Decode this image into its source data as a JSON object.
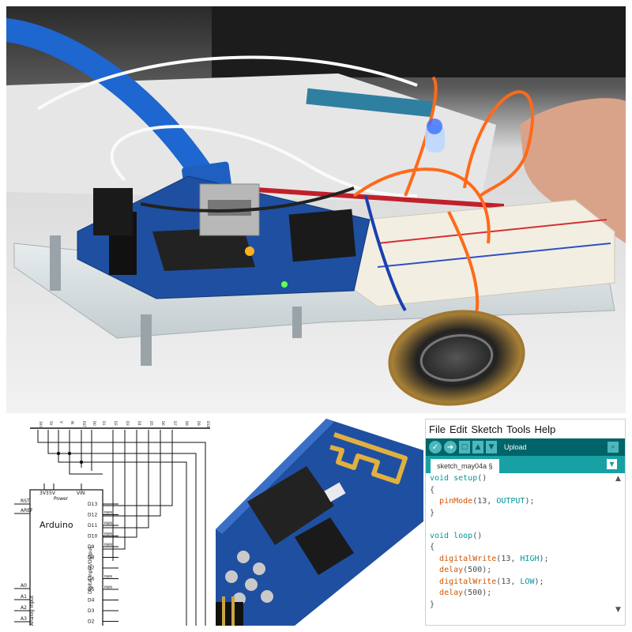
{
  "schematic": {
    "top_pins": [
      "3V3",
      "5V",
      "V",
      "IN",
      "RST",
      "D0",
      "D1",
      "D2",
      "D3",
      "D4",
      "D5",
      "D6",
      "D7",
      "D8",
      "D9",
      "D10"
    ],
    "power_pins": [
      "3V3",
      "5V",
      "VIN"
    ],
    "power_label": "Power",
    "board_label": "Arduino",
    "left_pins": [
      "RST",
      "AREF"
    ],
    "analog_pins": [
      "A0",
      "A1",
      "A2",
      "A3"
    ],
    "analog_label": "Analog Input",
    "digital_label": "Digital Input/Output",
    "right_pins": [
      "D13",
      "D12",
      "D11",
      "D10",
      "D9",
      "D8",
      "D7",
      "D6",
      "D5",
      "D4",
      "D3",
      "D2"
    ],
    "pwm_label": "PWM"
  },
  "ide": {
    "menu": [
      "File",
      "Edit",
      "Sketch",
      "Tools",
      "Help"
    ],
    "toolbar_label": "Upload",
    "tab_name": "sketch_may04a §",
    "code": [
      {
        "parts": [
          {
            "t": "void",
            "c": "kw-type"
          },
          {
            "t": " "
          },
          {
            "t": "setup",
            "c": "kw-type"
          },
          {
            "t": "()"
          }
        ]
      },
      {
        "parts": [
          {
            "t": "{"
          }
        ]
      },
      {
        "parts": [
          {
            "t": "  "
          },
          {
            "t": "pinMode",
            "c": "kw-fn"
          },
          {
            "t": "(13, "
          },
          {
            "t": "OUTPUT",
            "c": "kw-const"
          },
          {
            "t": ");"
          }
        ]
      },
      {
        "parts": [
          {
            "t": "}"
          }
        ]
      },
      {
        "parts": [
          {
            "t": ""
          }
        ]
      },
      {
        "parts": [
          {
            "t": "void",
            "c": "kw-type"
          },
          {
            "t": " "
          },
          {
            "t": "loop",
            "c": "kw-type"
          },
          {
            "t": "()"
          }
        ]
      },
      {
        "parts": [
          {
            "t": "{"
          }
        ]
      },
      {
        "parts": [
          {
            "t": "  "
          },
          {
            "t": "digitalWrite",
            "c": "kw-fn"
          },
          {
            "t": "(13, "
          },
          {
            "t": "HIGH",
            "c": "kw-const"
          },
          {
            "t": ");"
          }
        ]
      },
      {
        "parts": [
          {
            "t": "  "
          },
          {
            "t": "delay",
            "c": "kw-fn"
          },
          {
            "t": "(500);"
          }
        ]
      },
      {
        "parts": [
          {
            "t": "  "
          },
          {
            "t": "digitalWrite",
            "c": "kw-fn"
          },
          {
            "t": "(13, "
          },
          {
            "t": "LOW",
            "c": "kw-const"
          },
          {
            "t": ");"
          }
        ]
      },
      {
        "parts": [
          {
            "t": "  "
          },
          {
            "t": "delay",
            "c": "kw-fn"
          },
          {
            "t": "(500);"
          }
        ]
      },
      {
        "parts": [
          {
            "t": "}"
          }
        ]
      }
    ]
  },
  "colors": {
    "ide_toolbar": "#006468",
    "ide_tabbar": "#17a1a5",
    "pcb_blue": "#1f4fa0",
    "wire_orange": "#ff6a1a",
    "usb_blue": "#1e66d0"
  }
}
